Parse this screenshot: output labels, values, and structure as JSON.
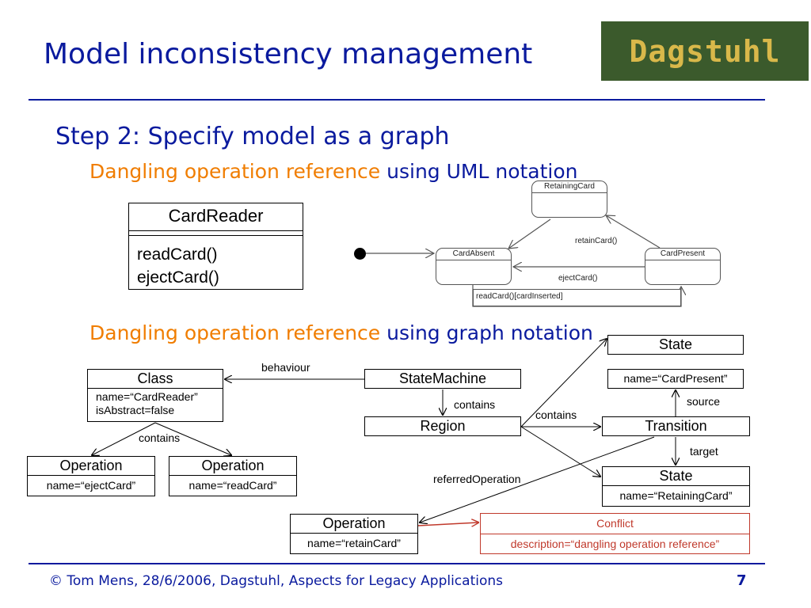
{
  "slide": {
    "title": "Model inconsistency management",
    "logo_text": "Dagstuhl",
    "step": "Step 2: Specify model as a graph",
    "subheading1": {
      "orange": "Dangling operation reference",
      "blue": " using UML notation"
    },
    "subheading2": {
      "orange": "Dangling operation reference",
      "blue": " using graph notation"
    },
    "footer": "© Tom Mens, 28/6/2006, Dagstuhl, Aspects for Legacy Applications",
    "page_number": "7"
  },
  "uml_class": {
    "name": "CardReader",
    "operations": [
      "readCard()",
      "ejectCard()"
    ]
  },
  "state_machine": {
    "states": {
      "retaining": "RetainingCard",
      "absent": "CardAbsent",
      "present": "CardPresent"
    },
    "transitions": {
      "retain": "retainCard()",
      "eject": "ejectCard()",
      "read": "readCard()[cardInserted]"
    }
  },
  "graph": {
    "class_node": {
      "header": "Class",
      "attrs": [
        "name=“CardReader”",
        "isAbstract=false"
      ]
    },
    "op_eject": {
      "header": "Operation",
      "attr": "name=“ejectCard”"
    },
    "op_read": {
      "header": "Operation",
      "attr": "name=“readCard”"
    },
    "statemachine": "StateMachine",
    "region": "Region",
    "state_top": "State",
    "name_present": "name=“CardPresent”",
    "transition": "Transition",
    "state_bottom": {
      "header": "State",
      "attr": "name=“RetainingCard”"
    },
    "op_retain": {
      "header": "Operation",
      "attr": "name=“retainCard”"
    },
    "conflict": {
      "header": "Conflict",
      "attr": "description=“dangling operation reference”"
    },
    "edges": {
      "behaviour": "behaviour",
      "contains_class": "contains",
      "contains_sm": "contains",
      "contains_region": "contains",
      "source": "source",
      "target": "target",
      "referred": "referredOperation"
    }
  },
  "colors": {
    "title_blue": "#0a1a9e",
    "orange": "#f07d00",
    "conflict_red": "#c0392b"
  }
}
